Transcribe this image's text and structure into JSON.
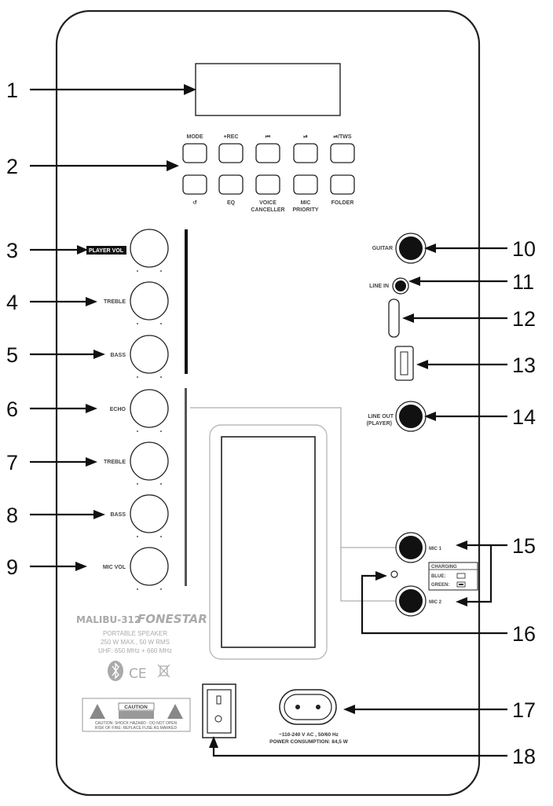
{
  "callouts": [
    "1",
    "2",
    "3",
    "4",
    "5",
    "6",
    "7",
    "8",
    "9",
    "10",
    "11",
    "12",
    "13",
    "14",
    "15",
    "16",
    "17",
    "18"
  ],
  "top_buttons": [
    "MODE",
    "+REC",
    "⏮",
    "⏯",
    "⏯/TWS"
  ],
  "bottom_buttons": [
    "↺",
    "EQ",
    "VOICE",
    "MIC",
    "FOLDER"
  ],
  "bottom_buttons_line2": [
    "",
    "",
    "CANCELLER",
    "PRIORITY",
    ""
  ],
  "knobs": [
    "PLAYER VOL",
    "TREBLE",
    "BASS",
    "ECHO",
    "TREBLE",
    "BASS",
    "MIC VOL"
  ],
  "jacks": {
    "guitar": "GUITAR",
    "line_in": "LINE IN",
    "line_out": "LINE OUT",
    "line_out_sub": "(PLAYER)",
    "mic1": "MIC 1",
    "mic2": "MIC 2"
  },
  "charging": {
    "title": "CHARGING",
    "blue": "BLUE:",
    "green": "GREEN:"
  },
  "brand": {
    "model": "MALIBU-312",
    "name": "FONESTAR",
    "line1": "PORTABLE SPEAKER",
    "line2": "250 W MAX., 50 W RMS",
    "line3": "UHF: 650 MHz + 660 MHz"
  },
  "caution": {
    "title": "CAUTION",
    "text1": "CAUTION: SHOCK HAZARD - DO NOT OPEN",
    "text2": "RISK OF FIRE: REPLACE FUSE AS MARKED"
  },
  "power": {
    "line1": "~110-240 V AC , 50/60 Hz",
    "line2": "POWER CONSUMPTION: 84,5 W"
  }
}
